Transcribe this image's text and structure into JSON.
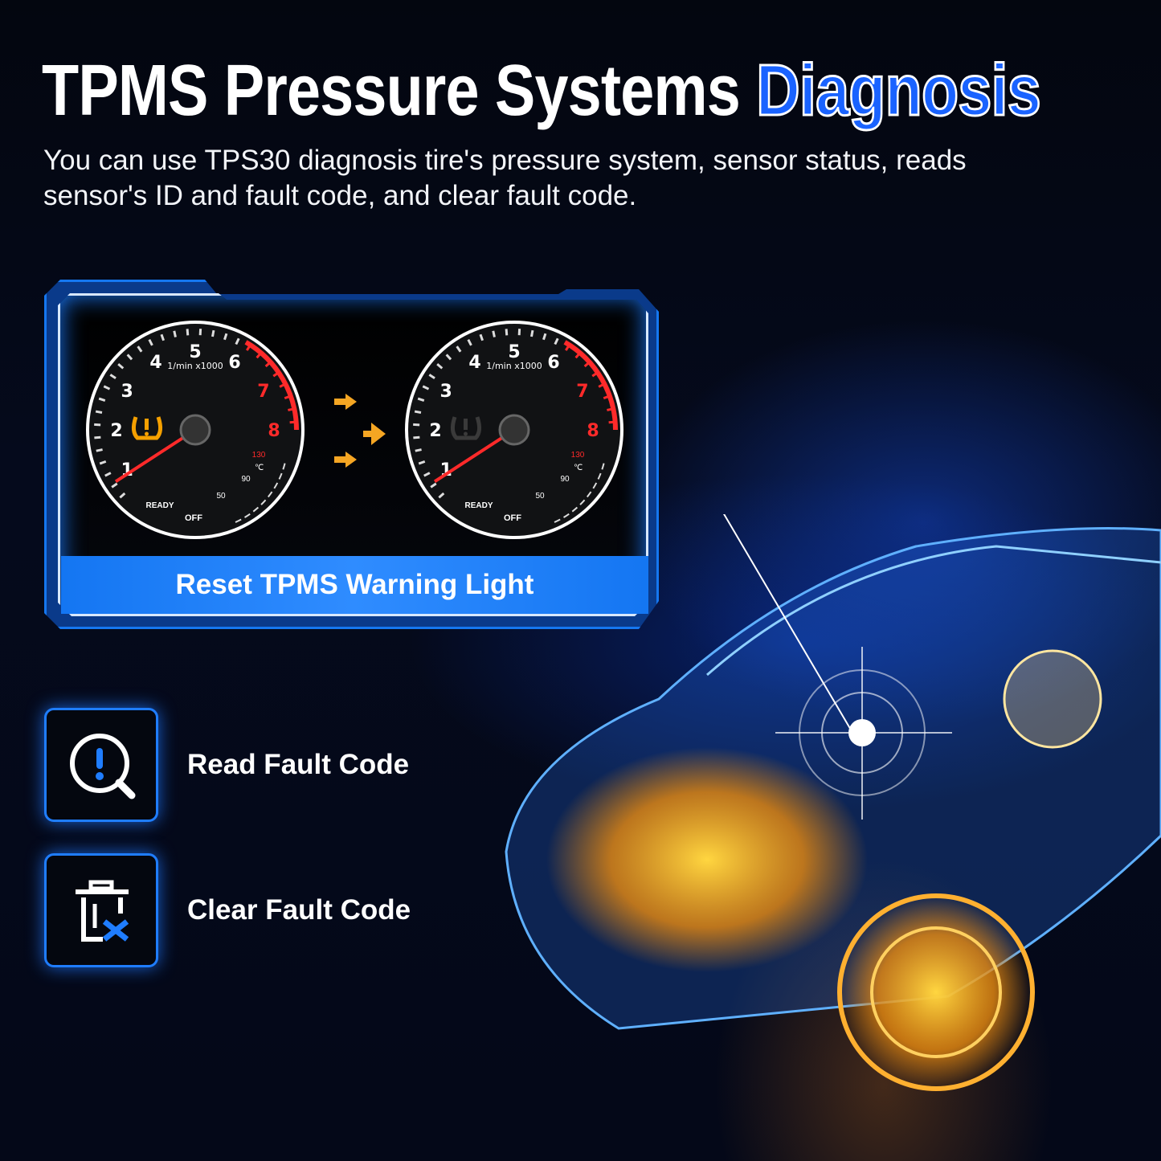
{
  "title": {
    "main": "TPMS Pressure Systems",
    "accent": "Diagnosis"
  },
  "subtitle": "You can use TPS30 diagnosis tire's pressure system, sensor status, reads  sensor's ID and fault code, and clear fault code.",
  "panel": {
    "banner": "Reset TPMS Warning Light",
    "gauge": {
      "unit": "1/min x1000",
      "numbers": [
        "1",
        "2",
        "3",
        "4",
        "5",
        "6",
        "7",
        "8"
      ],
      "ready": "READY",
      "off": "OFF",
      "temp": [
        "50",
        "90",
        "130"
      ],
      "temp_unit": "℃"
    },
    "before": {
      "tpms_light": "on",
      "light_color": "#f5a000"
    },
    "after": {
      "tpms_light": "off",
      "light_color": "#3a3a3a"
    }
  },
  "features": [
    {
      "label": "Read Fault Code",
      "icon": "search-alert-icon"
    },
    {
      "label": "Clear Fault Code",
      "icon": "trash-clear-icon"
    }
  ],
  "colors": {
    "accent": "#1a63ff",
    "redline": "#ff2a2a",
    "arrow": "#f5a623"
  }
}
